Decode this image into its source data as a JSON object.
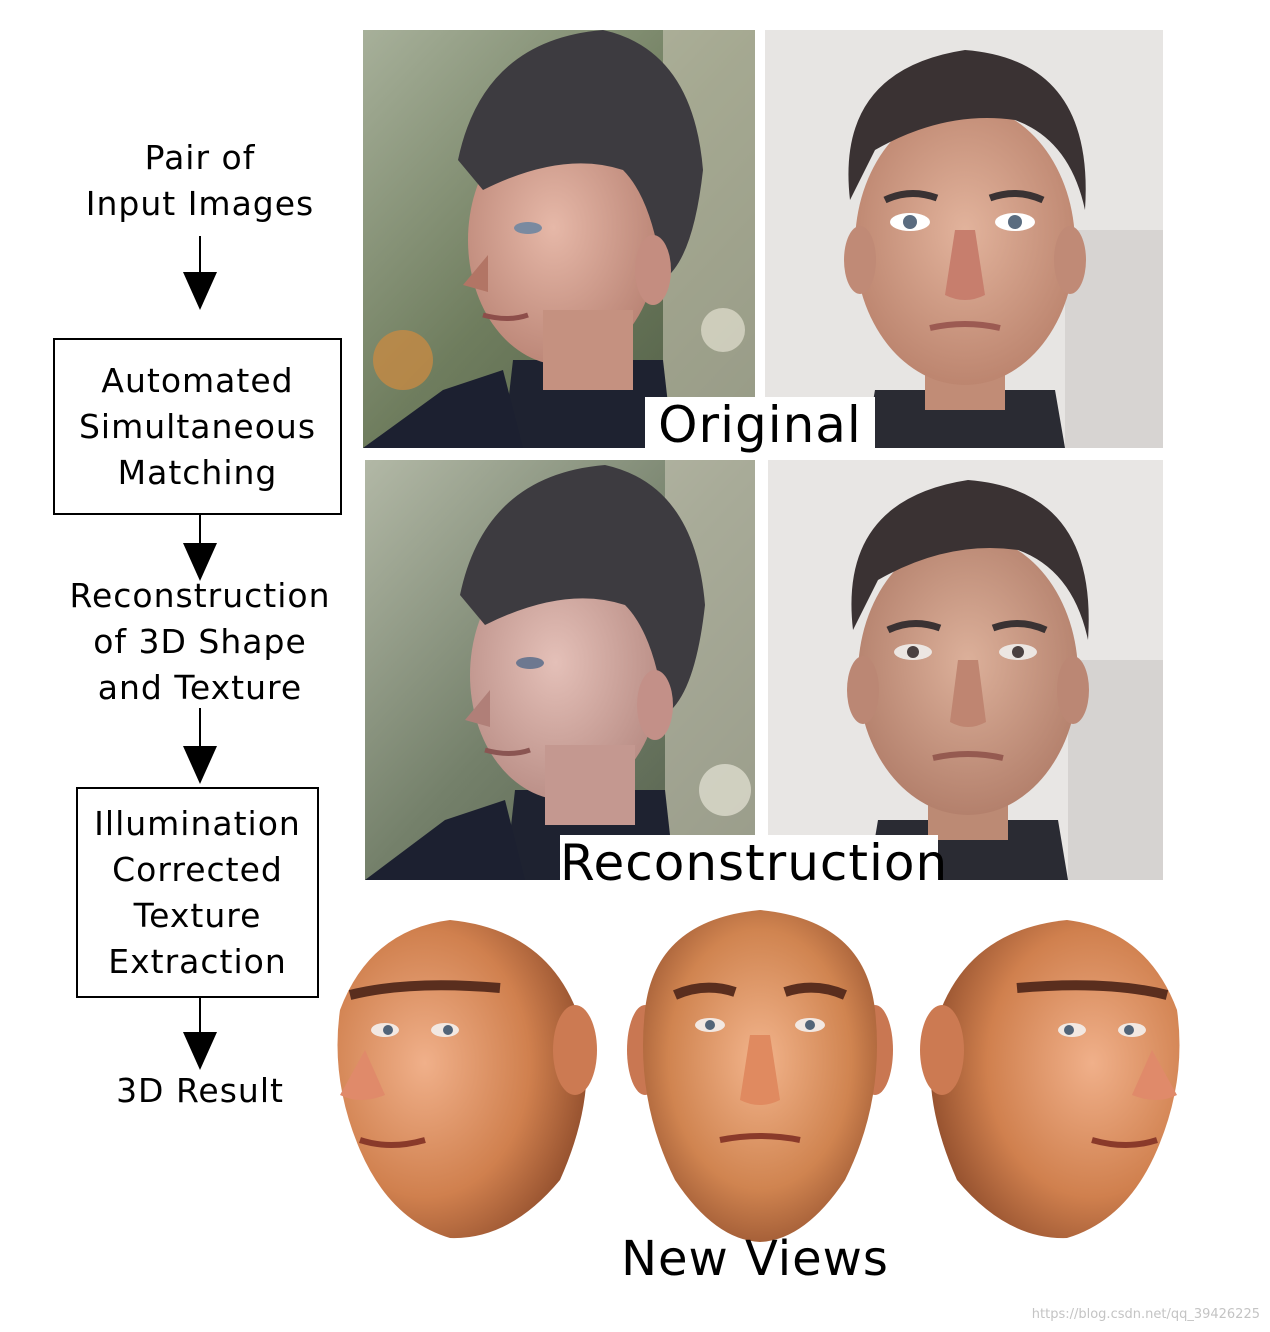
{
  "flow": {
    "step1": "Pair of\nInput Images",
    "step2": "Automated\nSimultaneous\nMatching",
    "step3": "Reconstruction\nof 3D Shape\nand Texture",
    "step4": "Illumination\nCorrected\nTexture\nExtraction",
    "step5": "3D Result"
  },
  "panels": {
    "original_label": "Original",
    "reconstruction_label": "Reconstruction",
    "new_views_label": "New Views"
  },
  "watermark": "https://blog.csdn.net/qq_39426225",
  "colors": {
    "hair": "#3d3b40",
    "skin": "#d9a58e",
    "skin_3d": "#d88a5c",
    "outdoor_bg": "#8a9a76",
    "indoor_bg": "#e7e5e3",
    "jacket": "#1e2230"
  }
}
